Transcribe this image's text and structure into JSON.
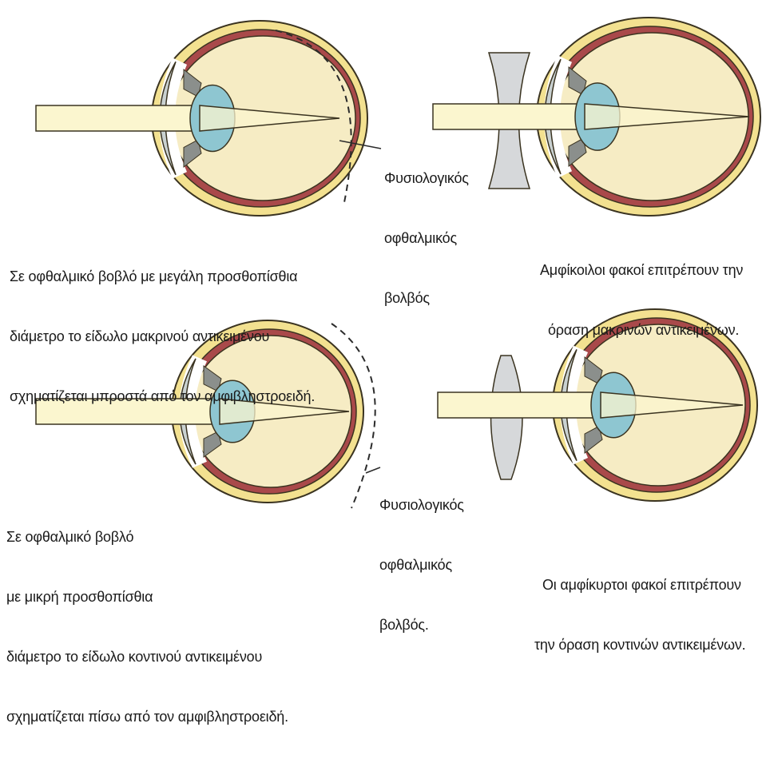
{
  "colors": {
    "sclera": "#f3e190",
    "sclera_stroke": "#3a3320",
    "choroid": "#a9494a",
    "retina": "#f6ecc4",
    "lens": "#8ec6d1",
    "cornea": "#c9d1d1",
    "iris": "#8b8f8c",
    "beam": "#fbf6cf",
    "glass_lens": "#d6d8da",
    "dashed": "#2b2b2b"
  },
  "labels": {
    "normal_eye_top": [
      "Φυσιολογικός",
      "οφθαλμικός",
      "βολβός"
    ],
    "normal_eye_bottom": [
      "Φυσιολογικός",
      "οφθαλμικός",
      "βολβός."
    ]
  },
  "captions": {
    "myopia": [
      "Σε οφθαλμικό βοβλό με μεγάλη προσθοπίσθια",
      "διάμετρο το είδωλο μακρινού αντικειμένου",
      "σχηματίζεται μπροστά από τον αμφιβληστροειδή."
    ],
    "concave_correction": [
      "Αμφίκοιλοι φακοί επιτρέπουν την",
      "όραση μακρινών αντικειμένων."
    ],
    "hyperopia": [
      "Σε οφθαλμικό βοβλό",
      "με μικρή προσθοπίσθια",
      "διάμετρο το είδωλο κοντινού αντικειμένου",
      "σχηματίζεται πίσω από τον αμφιβληστροειδή."
    ],
    "convex_correction": [
      "Οι αμφίκυρτοι φακοί επιτρέπουν",
      "την όραση κοντινών αντικειμένων."
    ]
  }
}
